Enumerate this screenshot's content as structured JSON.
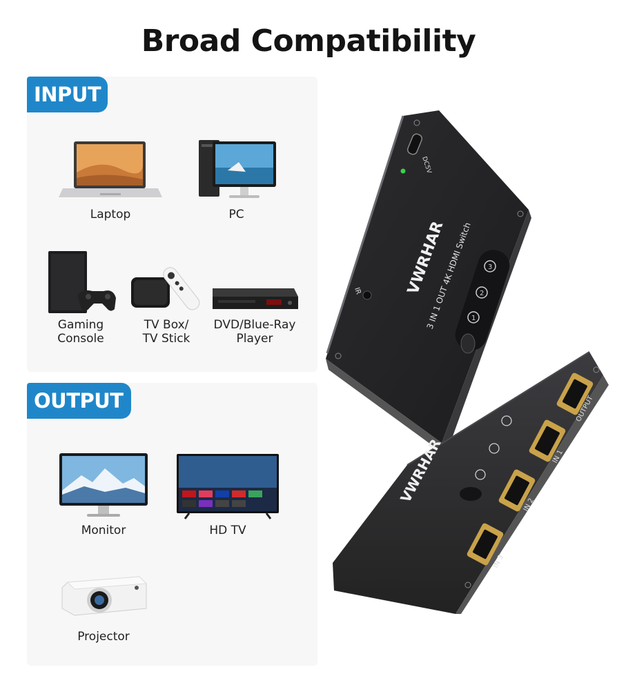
{
  "title": "Broad Compatibility",
  "input": {
    "tag": "INPUT",
    "items": [
      {
        "label": "Laptop",
        "icon": "laptop-icon"
      },
      {
        "label": "PC",
        "icon": "desktop-pc-icon"
      },
      {
        "label": "Gaming\nConsole",
        "icon": "game-console-icon"
      },
      {
        "label": "TV Box/\nTV Stick",
        "icon": "tv-box-icon"
      },
      {
        "label": "DVD/Blue-Ray\nPlayer",
        "icon": "dvd-player-icon"
      }
    ]
  },
  "output": {
    "tag": "OUTPUT",
    "items": [
      {
        "label": "Monitor",
        "icon": "monitor-icon"
      },
      {
        "label": "HD TV",
        "icon": "hd-tv-icon"
      },
      {
        "label": "Projector",
        "icon": "projector-icon"
      }
    ]
  },
  "device": {
    "brand": "VWRHAR",
    "model": "3 IN 1 OUT 4K HDMI Switch",
    "dc_label": "DC5V",
    "ir_label": "IR",
    "buttons": [
      "1",
      "2",
      "3"
    ],
    "ports": [
      "OUTPUT",
      "IN 1",
      "IN 2",
      "IN 3"
    ]
  },
  "colors": {
    "accent": "#1f87c9",
    "panel": "#f7f7f7",
    "device_body": "#2a2a2c",
    "port_gold": "#c9a24a"
  }
}
